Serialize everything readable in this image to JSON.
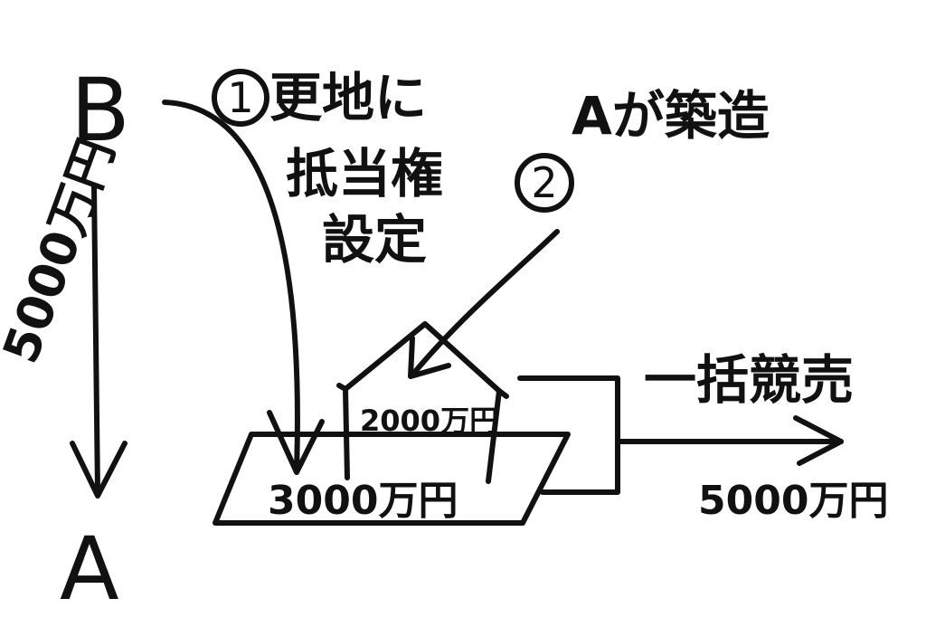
{
  "parties": {
    "b": "B",
    "a_bottom": "A"
  },
  "transfer": {
    "amount": "5000万円"
  },
  "step1": {
    "number": "1",
    "line1": "更地に",
    "line2": "抵当権",
    "line3": "設定"
  },
  "step2": {
    "number": "2",
    "label": "Aが築造"
  },
  "land": {
    "value": "3000万円"
  },
  "building": {
    "value": "2000万円"
  },
  "sale": {
    "label": "一括競売",
    "amount": "5000万円"
  }
}
